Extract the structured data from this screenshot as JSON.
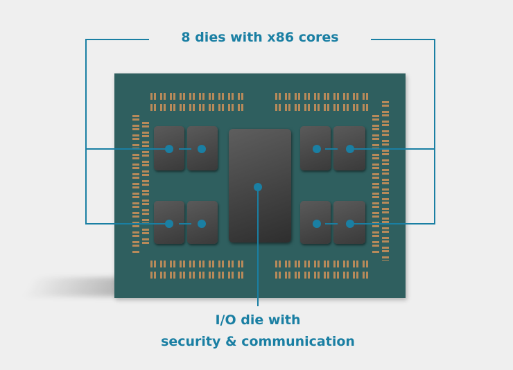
{
  "labels": {
    "top": "8 dies with x86 cores",
    "bottom_line1": "I/O die with",
    "bottom_line2": "security & communication"
  },
  "colors": {
    "accent": "#1a7fa3",
    "substrate": "#2f5f5f",
    "background": "#efefef"
  }
}
